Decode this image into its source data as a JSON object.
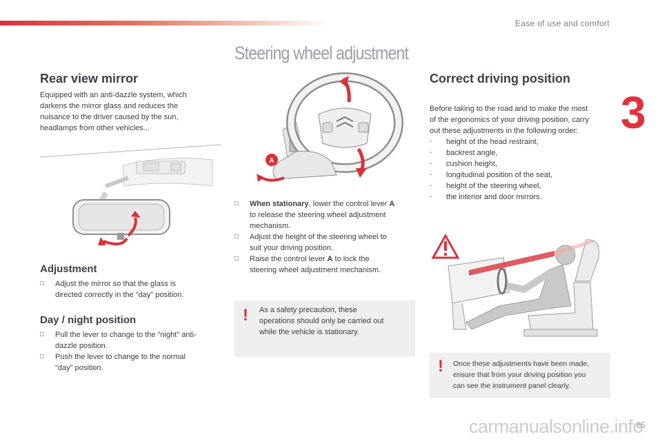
{
  "header": {
    "section_title": "Ease of use and comfort",
    "chapter_number": "3",
    "page_title": "Steering wheel adjustment",
    "accent_color": "#d8323b"
  },
  "left": {
    "heading": "Rear view mirror",
    "intro": [
      "Equipped with an anti-dazzle system, which",
      "darkens the mirror glass and reduces the",
      "nuisance to the driver caused by the sun,",
      "headlamps from other vehicles..."
    ],
    "adjustment": {
      "heading": "Adjustment",
      "items": [
        [
          "Adjust the mirror so that the glass is",
          "directed correctly in the \"day\" position."
        ]
      ]
    },
    "daynight": {
      "heading": "Day / night position",
      "items": [
        [
          "Pull the lever to change to the \"night\" anti-",
          "dazzle position."
        ],
        [
          "Push the lever to change to the normal",
          "\"day\" position."
        ]
      ]
    }
  },
  "middle": {
    "figure_label": "A",
    "steps": [
      {
        "bold": "When stationary",
        "rest": ", lower the control lever ",
        "lever": "A",
        "lines": [
          "to release the steering wheel adjustment",
          "mechanism."
        ]
      },
      {
        "lines": [
          "Adjust the height of the steering wheel to",
          "suit your driving position."
        ]
      },
      {
        "pre": "Raise the control lever ",
        "lever": "A",
        "post": " to lock the",
        "lines": [
          "steering wheel adjustment mechanism."
        ]
      }
    ],
    "warning": [
      "As a safety precaution, these",
      "operations should only be carried out",
      "while the vehicle is stationary."
    ]
  },
  "right": {
    "heading": "Correct driving position",
    "intro": [
      "Before taking to the road and to make the most",
      "of the ergonomics of your driving position, carry",
      "out these adjustments in the following order:"
    ],
    "order": [
      "height of the head restraint,",
      "backrest angle,",
      "cushion height,",
      "longitudinal position of the seat,",
      "height of the steering wheel,",
      "the interior and door mirrors."
    ],
    "warning": [
      "Once these adjustments have been made,",
      "ensure that from your driving position you",
      "can see the instrument panel clearly."
    ]
  },
  "footer": {
    "page_number": "85",
    "watermark": "carmanualsonline.info"
  }
}
